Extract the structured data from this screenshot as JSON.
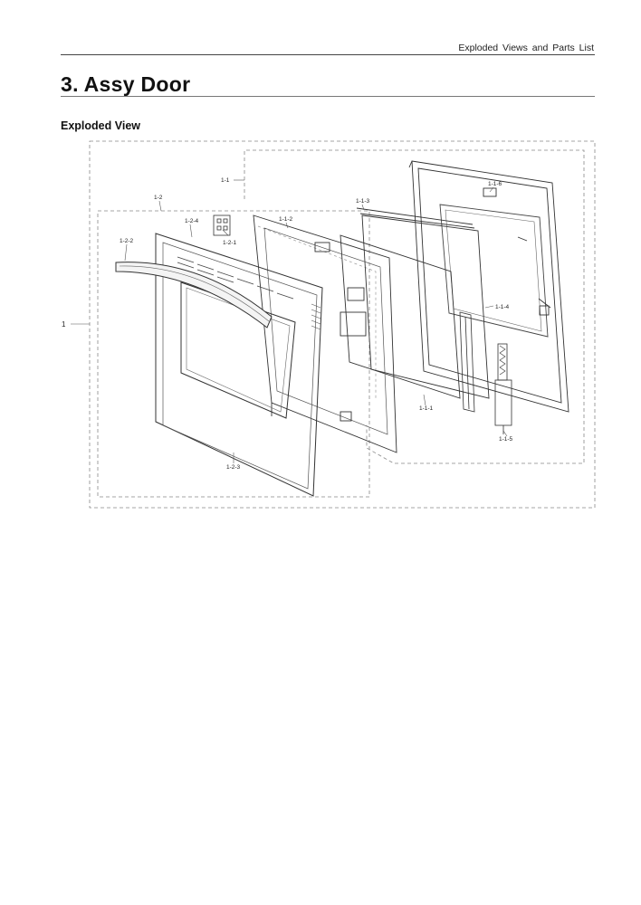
{
  "header": {
    "text": "Exploded Views and Parts List"
  },
  "title": "3.  Assy Door",
  "subtitle": "Exploded View",
  "labels": {
    "l1": "1",
    "l1_1": "1-1",
    "l1_1_1": "1-1-1",
    "l1_1_2": "1-1-2",
    "l1_1_3": "1-1-3",
    "l1_1_4": "1-1-4",
    "l1_1_5": "1-1-5",
    "l1_1_6": "1-1-6",
    "l1_2": "1-2",
    "l1_2_1": "1-2-1",
    "l1_2_2": "1-2-2",
    "l1_2_3": "1-2-3",
    "l1_2_4": "1-2-4"
  }
}
